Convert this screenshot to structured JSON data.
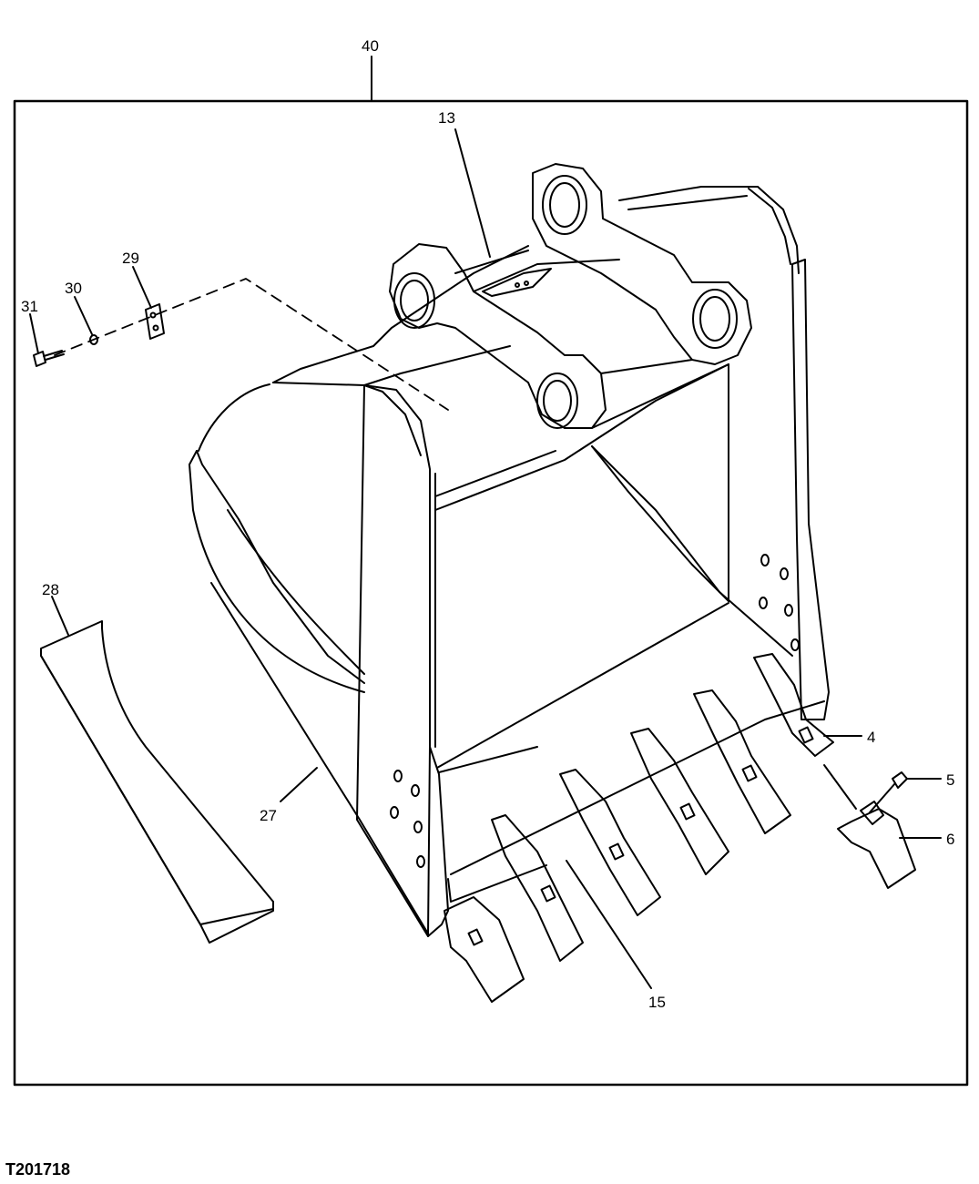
{
  "figure_id": "T201718",
  "callouts": {
    "c40": "40",
    "c13": "13",
    "c29": "29",
    "c30": "30",
    "c31": "31",
    "c28": "28",
    "c27": "27",
    "c15": "15",
    "c4": "4",
    "c5": "5",
    "c6": "6"
  },
  "colors": {
    "line": "#000000",
    "background": "#ffffff"
  }
}
